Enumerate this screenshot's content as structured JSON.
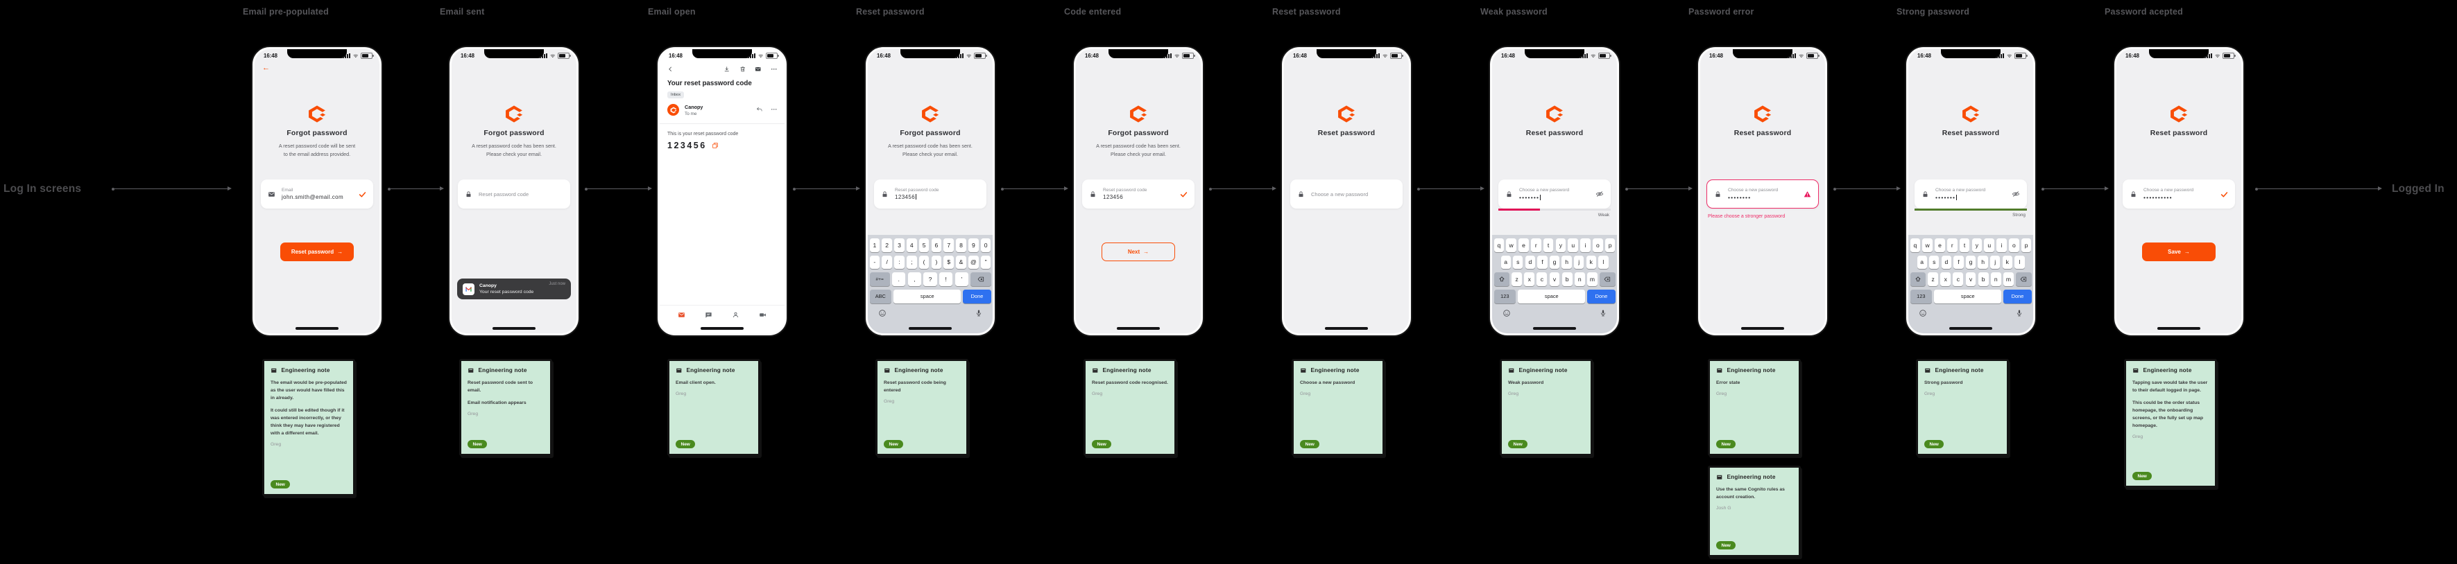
{
  "colors": {
    "brand_orange": "#f94d06",
    "error_pink": "#e8175d",
    "weak_bar_pink": "#e01157",
    "strong_bar_green": "#527c2c",
    "badge_green": "#4a8a1f",
    "note_bg": "#cdead8",
    "done_key_blue": "#2e71f0",
    "canvas_bg": "#000000"
  },
  "labels": {
    "left": "Log In screens",
    "right": "Logged In"
  },
  "statusbar": {
    "time": "16:48"
  },
  "ui": {
    "arrow": "→",
    "back": "←"
  },
  "phones": [
    {
      "title": "Email pre-populated",
      "h1": "Forgot password",
      "sub1": "A reset password code will be sent",
      "sub2": "to the email address provided.",
      "label": "Email",
      "value": "john.smith@email.com",
      "button": "Reset password"
    },
    {
      "title": "Email sent",
      "h1": "Forgot password",
      "sub1": "A reset password code has been sent.",
      "sub2": "Please check your email.",
      "placeholder": "Reset password code",
      "toast_app": "Canopy",
      "toast_msg": "Your reset password code",
      "toast_time": "Just now"
    },
    {
      "title": "Email open",
      "subject": "Your reset password code",
      "chip": "Inbox",
      "sender": "Canopy",
      "to": "To me",
      "body": "This is your reset password code",
      "code": "123456"
    },
    {
      "title": "Reset password",
      "h1": "Forgot password",
      "sub1": "A reset password code has been sent.",
      "sub2": "Please check your email.",
      "label": "Reset password code",
      "value": "123456"
    },
    {
      "title": "Code entered",
      "h1": "Forgot password",
      "sub1": "A reset password code has been sent.",
      "sub2": "Please check your email.",
      "label": "Reset password code",
      "value": "123456",
      "button": "Next"
    },
    {
      "title": "Reset password",
      "h1": "Reset password",
      "placeholder": "Choose a new password"
    },
    {
      "title": "Weak password",
      "h1": "Reset password",
      "label": "Choose a new password",
      "value": "•••••••",
      "strength": "Weak"
    },
    {
      "title": "Password error",
      "h1": "Reset password",
      "label": "Choose a new password",
      "value": "••••••••",
      "error": "Please choose a stronger password"
    },
    {
      "title": "Strong password",
      "h1": "Reset password",
      "label": "Choose a new password",
      "value": "•••••••",
      "strength": "Strong"
    },
    {
      "title": "Password acepted",
      "h1": "Reset password",
      "label": "Choose a new password",
      "value": "••••••••••",
      "button": "Save"
    }
  ],
  "keyboard": {
    "numeric": {
      "row1": [
        "1",
        "2",
        "3",
        "4",
        "5",
        "6",
        "7",
        "8",
        "9",
        "0"
      ],
      "row2": [
        "-",
        "/",
        ":",
        ";",
        "(",
        ")",
        "$",
        "&",
        "@",
        "\""
      ],
      "row3": [
        "#+=",
        ".",
        ",",
        "?",
        "!",
        "'",
        "⌫"
      ],
      "abc": "ABC",
      "space": "space",
      "done": "Done"
    },
    "qwerty": {
      "row1": [
        "q",
        "w",
        "e",
        "r",
        "t",
        "y",
        "u",
        "i",
        "o",
        "p"
      ],
      "row2": [
        "a",
        "s",
        "d",
        "f",
        "g",
        "h",
        "j",
        "k",
        "l"
      ],
      "row3": [
        "⇧",
        "z",
        "x",
        "c",
        "v",
        "b",
        "n",
        "m",
        "⌫"
      ],
      "num": "123",
      "space": "space",
      "done": "Done"
    }
  },
  "notes": [
    {
      "header": "Engineering note",
      "body": [
        "The email would be pre-populated as the user would have filled this in already.",
        "It could still be edited though if it was entered incorrectly, or they think they may have registered with a different email."
      ],
      "author": "Greg",
      "badge": "New"
    },
    {
      "header": "Engineering note",
      "body": [
        "Reset password code sent to email.",
        "Email notification appears"
      ],
      "author": "Greg",
      "badge": "New"
    },
    {
      "header": "Engineering note",
      "body": [
        "Email client open."
      ],
      "author": "Greg",
      "badge": "New"
    },
    {
      "header": "Engineering note",
      "body": [
        "Reset password code being entered"
      ],
      "author": "Greg",
      "badge": "New"
    },
    {
      "header": "Engineering note",
      "body": [
        "Reset password code recognised."
      ],
      "author": "Greg",
      "badge": "New"
    },
    {
      "header": "Engineering note",
      "body": [
        "Choose a new password"
      ],
      "author": "Greg",
      "badge": "New"
    },
    {
      "header": "Engineering note",
      "body": [
        "Weak password"
      ],
      "author": "Greg",
      "badge": "New"
    },
    {
      "header": "Engineering note",
      "body": [
        "Error state"
      ],
      "author": "Greg",
      "badge": "New"
    },
    {
      "header": "Engineering note",
      "body": [
        "Use the same Cognito rules as account creation."
      ],
      "author": "Josh G",
      "badge": "New"
    },
    {
      "header": "Engineering note",
      "body": [
        "Strong password"
      ],
      "author": "Greg",
      "badge": "New"
    },
    {
      "header": "Engineering note",
      "body": [
        "Tapping save would take the user to their default logged in page.",
        "This could be the order status homepage, the onboarding screens, or the fully set up map homepage."
      ],
      "author": "Greg",
      "badge": "New"
    }
  ]
}
